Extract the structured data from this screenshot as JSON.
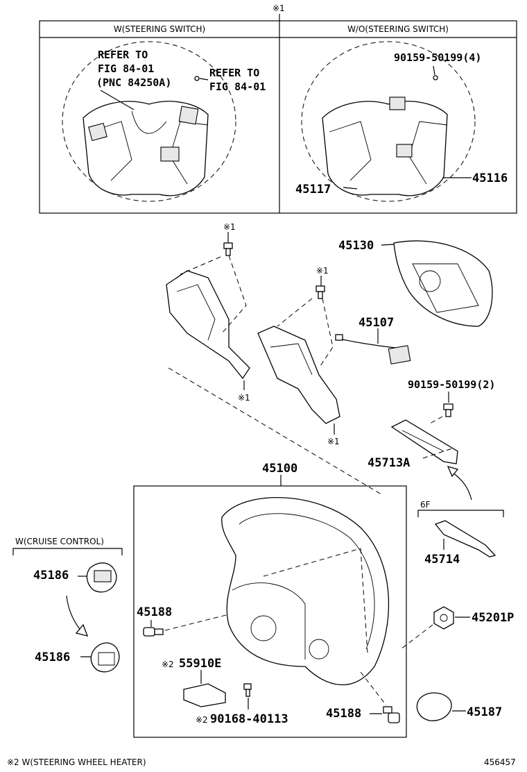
{
  "top_panel": {
    "note_mark": "※1",
    "left_title": "W(STEERING SWITCH)",
    "right_title": "W/O(STEERING SWITCH)",
    "refer_1": [
      "REFER TO",
      "FIG 84-01",
      "(PNC 84250A)"
    ],
    "refer_2": [
      "REFER TO",
      "FIG 84-01"
    ],
    "bolt_label": "90159-50199(4)",
    "label_45117": "45117",
    "label_45116": "45116"
  },
  "parts": {
    "p45130": "45130",
    "p45107": "45107",
    "bolt2": "90159-50199(2)",
    "p45713A": "45713A",
    "p45100": "45100",
    "p45714": "45714",
    "p45201P": "45201P",
    "p45187": "45187",
    "p45188_a": "45188",
    "p45188_b": "45188",
    "p55910E": "55910E",
    "p90168": "90168-40113",
    "p45186_a": "45186",
    "p45186_b": "45186"
  },
  "marks": {
    "note1": "※1",
    "note2": "※2"
  },
  "groups": {
    "cruise": "W(CRUISE CONTROL)",
    "six_f": "6F"
  },
  "footer": {
    "note": "※2 W(STEERING WHEEL HEATER)",
    "code": "456457"
  },
  "icons": [
    "bolt-icon",
    "nut-icon",
    "arrow-icon"
  ]
}
